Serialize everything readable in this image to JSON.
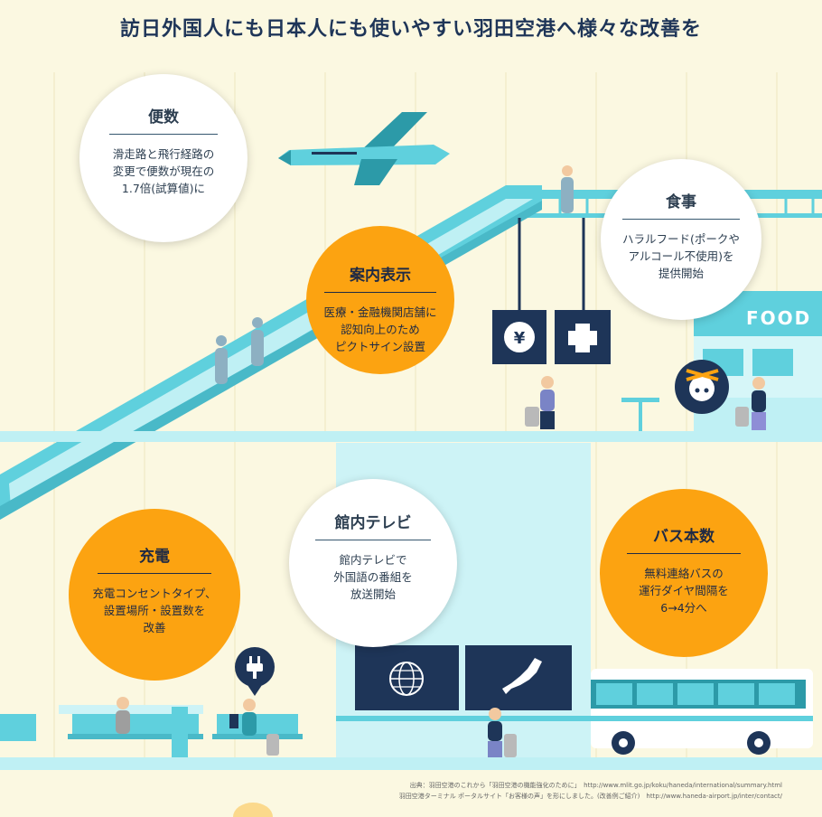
{
  "title": "訪日外国人にも日本人にも使いやすい羽田空港へ様々な改善を",
  "bubbles": {
    "flights": {
      "heading": "便数",
      "body": "滑走路と飛行経路の\n変更で便数が現在の\n1.7倍(試算値)に"
    },
    "signage": {
      "heading": "案内表示",
      "body": "医療・金融機関店舗に\n認知向上のため\nピクトサイン設置"
    },
    "food": {
      "heading": "食事",
      "body": "ハラルフード(ポークや\nアルコール不使用)を\n提供開始"
    },
    "tv": {
      "heading": "館内テレビ",
      "body": "館内テレビで\n外国語の番組を\n放送開始"
    },
    "charging": {
      "heading": "充電",
      "body": "充電コンセントタイプ、\n設置場所・設置数を\n改善"
    },
    "bus": {
      "heading": "バス本数",
      "body": "無料連絡バスの\n運行ダイヤ間隔を\n6→4分へ"
    }
  },
  "food_sign": "FOOD",
  "yen_symbol": "¥",
  "source_lines": [
    "出典：羽田空港のこれから「羽田空港の機能強化のために」　http://www.mlit.go.jp/koku/haneda/international/summary.html",
    "羽田空港ターミナル ポータルサイト「お客様の声」を形にしました。(改善例ご紹介)　http://www.haneda-airport.jp/inter/contact/"
  ],
  "colors": {
    "background": "#fbf8e1",
    "accent_orange": "#fca311",
    "navy": "#1e3558",
    "teal": "#5fd0dd",
    "light_aqua": "#cdf3f6"
  }
}
